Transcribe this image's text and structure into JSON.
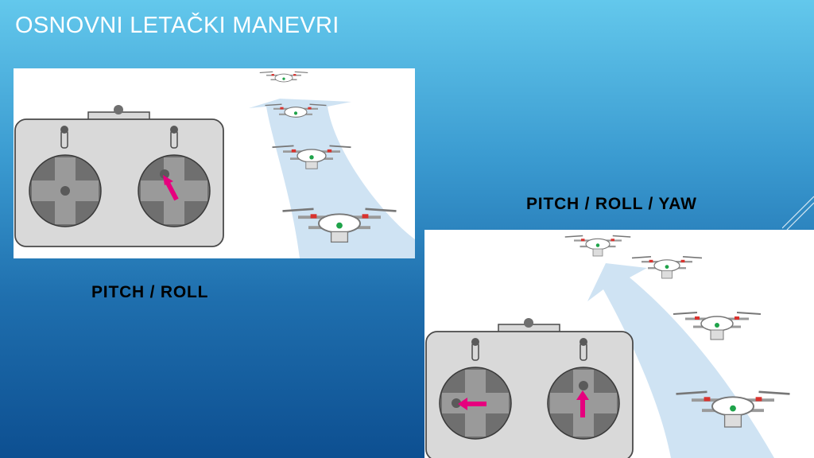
{
  "slide": {
    "title": "OSNOVNI LETAČKI MANEVRI",
    "caption_left": "PITCH / ROLL",
    "caption_right": "PITCH / ROLL  / YAW"
  },
  "colors": {
    "background_top": "#63c8ec",
    "background_bottom": "#0d4f91",
    "arrow_accent": "#e6007e",
    "controller_body": "#d9d9d9",
    "stick_pad": "#6f6f6f",
    "flight_path": "#cfe3f3"
  },
  "icons": [
    "remote-controller-icon",
    "joystick-icon",
    "drone-icon",
    "arrow-icon"
  ]
}
